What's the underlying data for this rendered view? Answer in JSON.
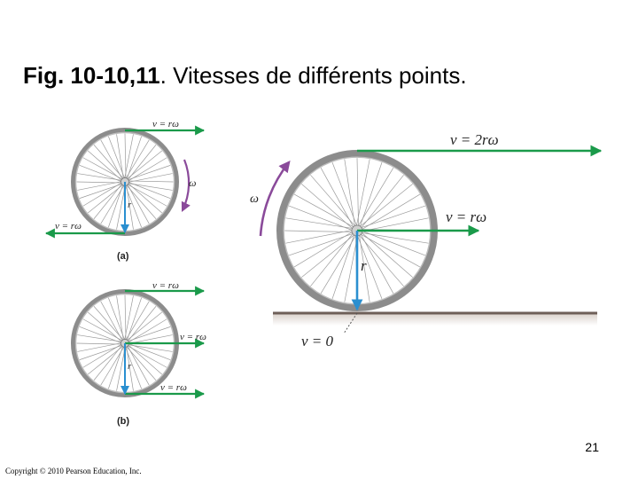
{
  "slide": {
    "title_bold": "Fig. 10-10,11",
    "title_rest": ". Vitesses de différents points.",
    "page_number": "21",
    "copyright": "Copyright © 2010 Pearson Education, Inc."
  },
  "figure": {
    "colors": {
      "velocity": "#1a9a4a",
      "radius": "#2a8fd0",
      "rotation": "#8a4a9a",
      "ground": "#6e5f58"
    },
    "panel_a": {
      "label": "(a)",
      "top_velocity": "v = rω",
      "bottom_velocity": "v = rω",
      "omega": "ω",
      "radius": "r"
    },
    "panel_b": {
      "label": "(b)",
      "top_velocity": "v = rω",
      "center_velocity": "v = rω",
      "bottom_velocity": "v = rω",
      "radius": "r"
    },
    "big": {
      "omega": "ω",
      "top_velocity": "v = 2rω",
      "center_velocity": "v = rω",
      "radius": "r",
      "contact_velocity": "v = 0"
    }
  }
}
